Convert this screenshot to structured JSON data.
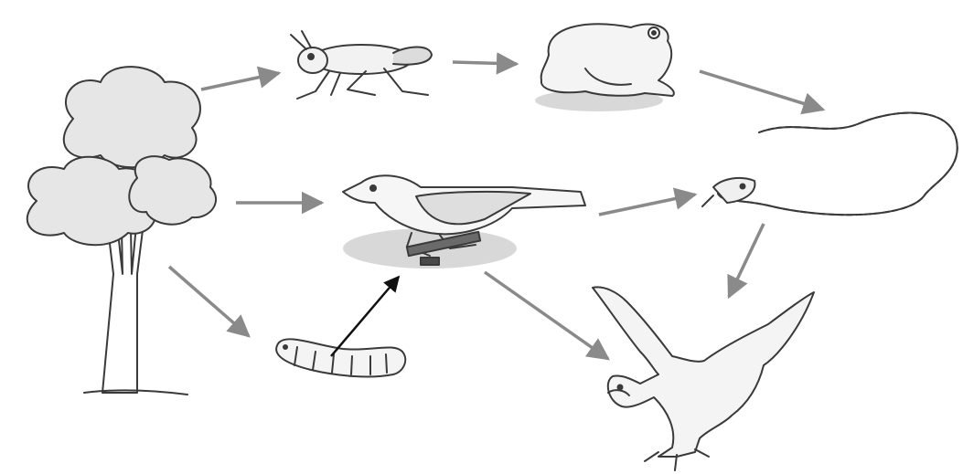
{
  "diagram": {
    "type": "food-web",
    "organisms": [
      {
        "id": "tree",
        "icon": "tree-icon"
      },
      {
        "id": "grasshopper",
        "icon": "grasshopper-icon"
      },
      {
        "id": "frog",
        "icon": "frog-icon"
      },
      {
        "id": "snake",
        "icon": "snake-icon"
      },
      {
        "id": "bird",
        "icon": "bird-icon"
      },
      {
        "id": "caterpillar",
        "icon": "caterpillar-icon"
      },
      {
        "id": "eagle",
        "icon": "eagle-icon"
      }
    ],
    "arrows": [
      {
        "from": "tree",
        "to": "grasshopper",
        "color": "#8a8a8a"
      },
      {
        "from": "grasshopper",
        "to": "frog",
        "color": "#8a8a8a"
      },
      {
        "from": "frog",
        "to": "snake",
        "color": "#8a8a8a"
      },
      {
        "from": "tree",
        "to": "bird",
        "color": "#8a8a8a"
      },
      {
        "from": "bird",
        "to": "snake",
        "color": "#8a8a8a"
      },
      {
        "from": "tree",
        "to": "caterpillar",
        "color": "#8a8a8a"
      },
      {
        "from": "caterpillar",
        "to": "bird",
        "color": "#111111"
      },
      {
        "from": "bird",
        "to": "eagle",
        "color": "#8a8a8a"
      },
      {
        "from": "snake",
        "to": "eagle",
        "color": "#8a8a8a"
      }
    ]
  }
}
